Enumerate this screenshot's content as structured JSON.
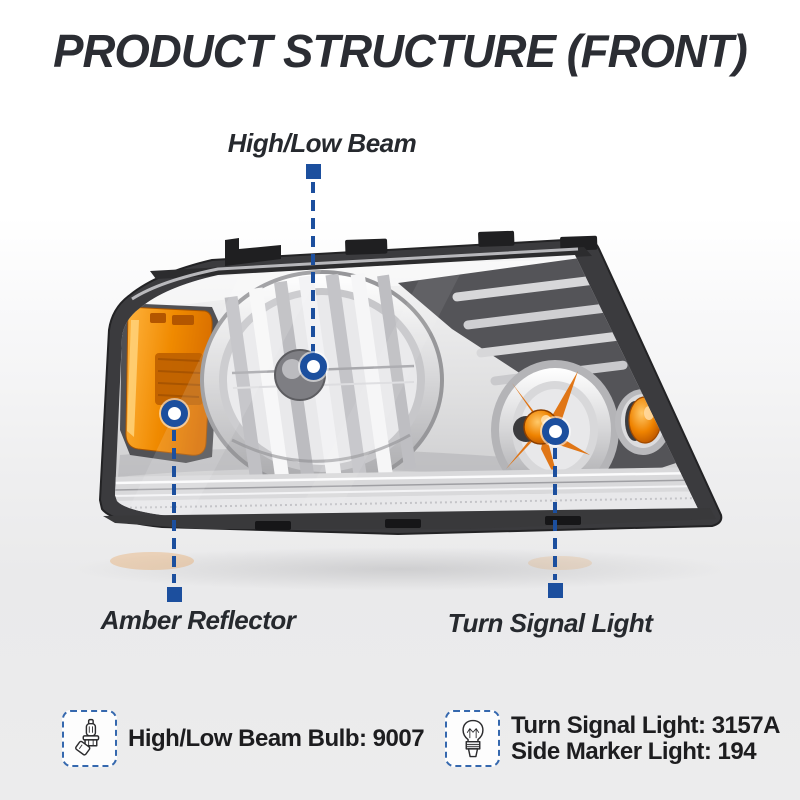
{
  "title": "PRODUCT STRUCTURE (FRONT)",
  "callouts": [
    {
      "id": "high-low-beam",
      "label": "High/Low Beam"
    },
    {
      "id": "amber-reflector",
      "label": "Amber Reflector"
    },
    {
      "id": "turn-signal-light",
      "label": "Turn Signal Light"
    }
  ],
  "specs": [
    {
      "icon": "halogen-bulb-icon",
      "lines": [
        "High/Low Beam Bulb: 9007"
      ]
    },
    {
      "icon": "wedge-bulb-icon",
      "lines": [
        "Turn Signal Light: 3157A",
        "Side Marker Light: 194"
      ]
    }
  ],
  "colors": {
    "accent_blue": "#1c4f9e",
    "callout_box_border": "#3568ae",
    "amber": "#f08a00",
    "title_text": "#2b2d33",
    "body_text": "#1d1d1f",
    "background_gray": "#ececed"
  }
}
